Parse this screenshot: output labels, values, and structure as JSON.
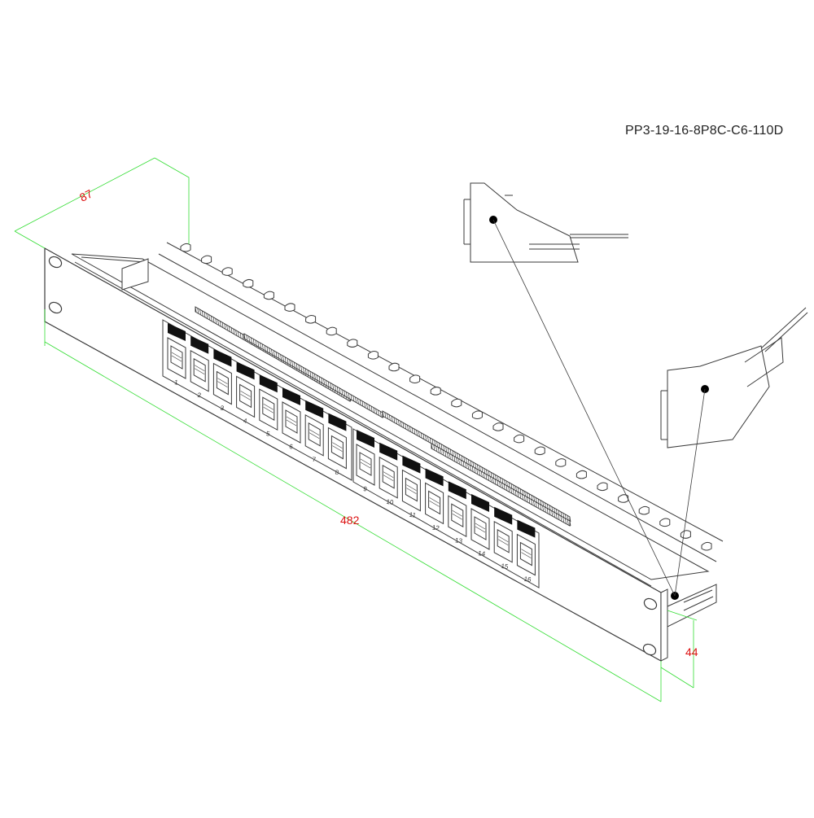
{
  "model_code": "PP3-19-16-8P8C-C6-110D",
  "colors": {
    "line": "#3a3a3a",
    "dimension_line": "#33dd33",
    "dimension_text": "#dd1111",
    "block": "#111111",
    "background": "#ffffff"
  },
  "dimensions": {
    "depth": "87",
    "width": "482",
    "height": "44"
  },
  "ports": {
    "left_group": [
      "1",
      "2",
      "3",
      "4",
      "5",
      "6",
      "7",
      "8"
    ],
    "right_group": [
      "9",
      "10",
      "11",
      "12",
      "13",
      "14",
      "15",
      "16"
    ]
  }
}
